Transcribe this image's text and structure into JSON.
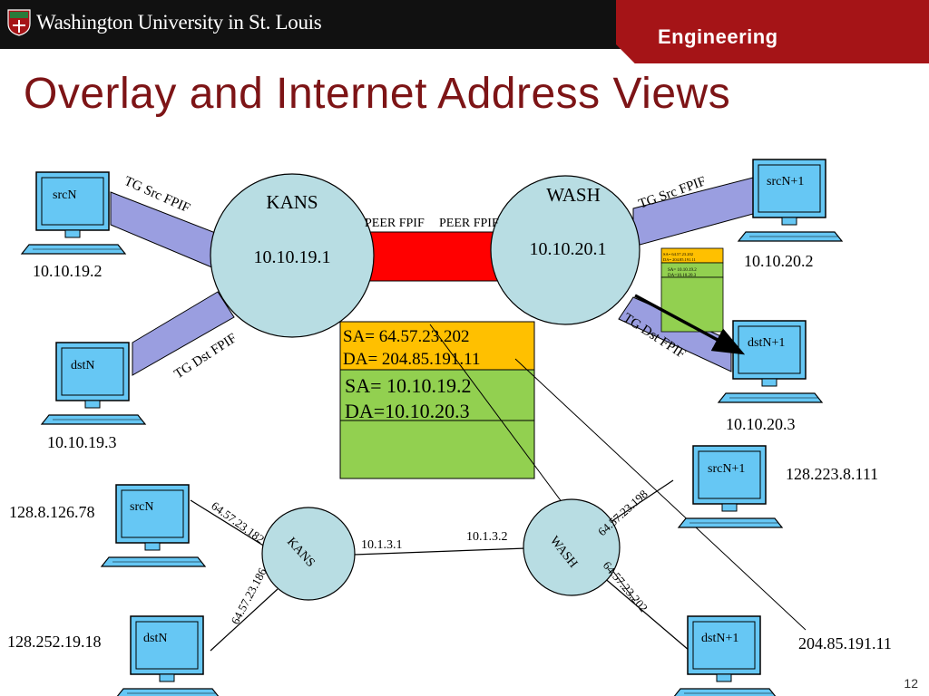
{
  "header": {
    "university": "Washington University in St. Louis",
    "school": "Engineering"
  },
  "title": "Overlay and Internet Address Views",
  "page_number": "12",
  "overlay": {
    "kans": {
      "name": "KANS",
      "address": "10.10.19.1"
    },
    "wash": {
      "name": "WASH",
      "address": "10.10.20.1"
    },
    "hosts": {
      "src_n": {
        "label": "srcN",
        "address": "10.10.19.2"
      },
      "dst_n": {
        "label": "dstN",
        "address": "10.10.19.3"
      },
      "src_n1": {
        "label": "srcN+1",
        "address": "10.10.20.2"
      },
      "dst_n1": {
        "label": "dstN+1",
        "address": "10.10.20.3"
      }
    },
    "links": {
      "tg_src_left": "TG Src FPIF",
      "tg_dst_left": "TG Dst FPIF",
      "tg_src_right": "TG Src FPIF",
      "tg_dst_right": "TG Dst FPIF",
      "peer_left": "PEER FPIF",
      "peer_right": "PEER FPIF"
    },
    "packet": {
      "outer_sa": "SA= 64.57.23.202",
      "outer_da": "DA= 204.85.191.11",
      "inner_sa": "SA= 10.10.19.2",
      "inner_da": "DA=10.10.20.3"
    },
    "mini_packet": {
      "outer_sa": "SA= 64.57.23.202",
      "outer_da": "DA= 204.85.191.11",
      "inner_sa": "SA= 10.10.19.2",
      "inner_da": "DA=10.10.20.3"
    }
  },
  "internet": {
    "kans": {
      "name": "KANS"
    },
    "wash": {
      "name": "WASH"
    },
    "hosts": {
      "src_n": {
        "label": "srcN",
        "address": "128.8.126.78"
      },
      "dst_n": {
        "label": "dstN",
        "address": "128.252.19.18"
      },
      "src_n1": {
        "label": "srcN+1",
        "address": "128.223.8.111"
      },
      "dst_n1": {
        "label": "dstN+1",
        "address": "204.85.191.11"
      }
    },
    "interfaces": {
      "kans_top": "64.57.23.182",
      "kans_bottom": "64.57.23.186",
      "kans_link": "10.1.3.1",
      "wash_link": "10.1.3.2",
      "wash_top": "64.57.23.198",
      "wash_bottom": "64.57.23.202"
    }
  },
  "colors": {
    "title": "#7d1416",
    "header_bg": "#111111",
    "engineering_red": "#a51417",
    "router_fill": "#b8dde3",
    "tunnel_fill": "#9a9ee0",
    "peer_fill": "#ff0000",
    "outer_header_fill": "#ffc000",
    "inner_header_fill": "#92d050",
    "computer_screen": "#66c7f4"
  }
}
